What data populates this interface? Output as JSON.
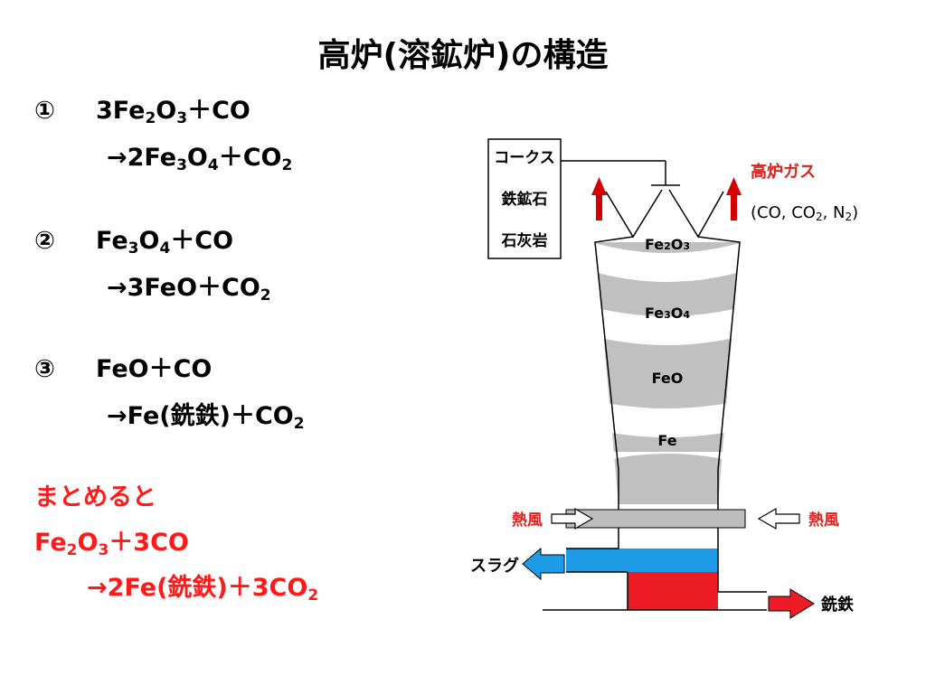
{
  "title": "高炉(溶鉱炉)の構造",
  "equations": {
    "eq1": {
      "number": "①",
      "line1": {
        "p1": "3Fe",
        "s1": "2",
        "p2": "O",
        "s2": "3",
        "p3": "＋CO"
      },
      "line2": {
        "p1": "→2Fe",
        "s1": "3",
        "p2": "O",
        "s2": "4",
        "p3": "＋CO",
        "s3": "2"
      }
    },
    "eq2": {
      "number": "②",
      "line1": {
        "p1": "Fe",
        "s1": "3",
        "p2": "O",
        "s2": "4",
        "p3": "＋CO"
      },
      "line2": {
        "p1": "→3FeO＋CO",
        "s1": "2"
      }
    },
    "eq3": {
      "number": "③",
      "line1": {
        "p1": "FeO＋CO"
      },
      "line2": {
        "p1": "→Fe(銑鉄)＋CO",
        "s1": "2"
      }
    },
    "summary": {
      "heading": "まとめると",
      "line1": {
        "p1": "Fe",
        "s1": "2",
        "p2": "O",
        "s2": "3",
        "p3": "＋3CO"
      },
      "line2": {
        "p1": "→2Fe(銑鉄)＋3CO",
        "s1": "2"
      }
    }
  },
  "diagram": {
    "inputs": [
      "コークス",
      "鉄鉱石",
      "石灰岩"
    ],
    "gas": {
      "label": "高炉ガス",
      "composition": "(CO, CO",
      "sub": "2",
      "rest": ", N",
      "sub2": "2",
      "close": ")"
    },
    "zones": {
      "z1": {
        "a": "Fe",
        "sa": "2",
        "b": "O",
        "sb": "3"
      },
      "z2": {
        "a": "Fe",
        "sa": "3",
        "b": "O",
        "sb": "4"
      },
      "z3": "FeO",
      "z4": "Fe"
    },
    "hot_air_left": "熱風",
    "hot_air_right": "熱風",
    "slag": "スラグ",
    "pig_iron": "銑鉄"
  },
  "colors": {
    "red_text": "#ff1a1a",
    "furnace_gray": "#c0c0c0",
    "slag_blue": "#1e9be6",
    "iron_red": "#ee1c25"
  }
}
